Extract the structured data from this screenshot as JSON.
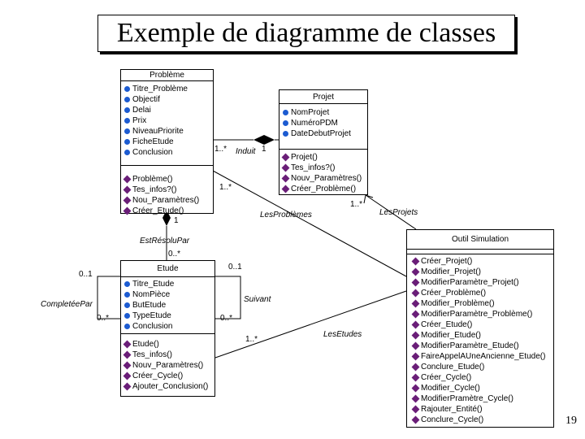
{
  "slide": {
    "title": "Exemple de diagramme de classes",
    "page_number": "19"
  },
  "classes": {
    "probleme": {
      "name": "Problème",
      "attributes": [
        "Titre_Problème",
        "Objectif",
        "Delai",
        "Prix",
        "NiveauPriorite",
        "FicheEtude",
        "Conclusion"
      ],
      "operations": [
        "Problème()",
        "Tes_infos?()",
        "Nou_Paramètres()",
        "Créer_Etude()"
      ]
    },
    "projet": {
      "name": "Projet",
      "attributes": [
        "NomProjet",
        "NuméroPDM",
        "DateDebutProjet"
      ],
      "operations": [
        "Projet()",
        "Tes_infos?()",
        "Nouv_Paramètres()",
        "Créer_Problème()"
      ]
    },
    "etude": {
      "name": "Etude",
      "attributes": [
        "Titre_Etude",
        "NomPièce",
        "ButEtude",
        "TypeEtude",
        "Conclusion"
      ],
      "operations": [
        "Etude()",
        "Tes_infos()",
        "Nouv_Paramètres()",
        "Créer_Cycle()",
        "Ajouter_Conclusion()"
      ]
    },
    "outil": {
      "name": "Outil Simulation",
      "operations": [
        "Créer_Projet()",
        "Modifier_Projet()",
        "ModifierParamètre_Projet()",
        "Créer_Problème()",
        "Modifier_Problème()",
        "ModifierParamètre_Problème()",
        "Créer_Etude()",
        "Modifier_Etude()",
        "ModifierParamètre_Etude()",
        "FaireAppelAUneAncienne_Etude()",
        "Conclure_Etude()",
        "Créer_Cycle()",
        "Modifier_Cycle()",
        "ModifierPramètre_Cycle()",
        "Rajouter_Entité()",
        "Conclure_Cycle()"
      ]
    }
  },
  "labels": {
    "induit": "Induit",
    "mult_induit_prob": "1..*",
    "mult_induit_proj": "1",
    "mult_prob_outil": "1..*",
    "les_problemes": "LesProblèmes",
    "mult_lesproblemes": "1..*",
    "les_projets": "LesProjets",
    "mult_prob_bottom": "1",
    "est_resolu_par": "EstRésoluPar",
    "mult_etude_top": "0..*",
    "mult_etude_right": "0..1",
    "mult_completee_top": "0..1",
    "completee_par": "CompletéePar",
    "mult_completee_bottom": "0..*",
    "suivant": "Suivant",
    "mult_suivant": "0..*",
    "mult_lesetudes": "1..*",
    "les_etudes": "LesEtudes"
  }
}
